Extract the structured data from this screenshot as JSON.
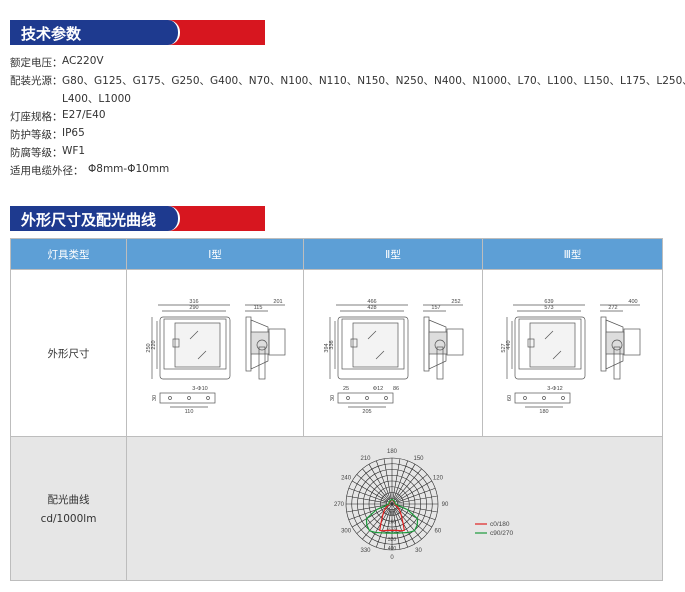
{
  "sections": {
    "tech": "技术参数",
    "shape": "外形尺寸及配光曲线"
  },
  "specs": [
    {
      "label": "额定电压：",
      "value": "AC220V"
    },
    {
      "label": "配装光源：",
      "value": "G80、G125、G175、G250、G400、N70、N100、N110、N150、N250、N400、N1000、L70、L100、L150、L175、L250、",
      "value2": "L400、L1000"
    },
    {
      "label": "灯座规格：",
      "value": "E27/E40"
    },
    {
      "label": "防护等级：",
      "value": "IP65"
    },
    {
      "label": "防腐等级：",
      "value": "WF1"
    },
    {
      "label": "适用电缆外径：",
      "value": "Φ8mm-Φ10mm"
    }
  ],
  "table": {
    "headers": [
      "灯具类型",
      "Ⅰ型",
      "Ⅱ型",
      "Ⅲ型"
    ],
    "row_dims_label": "外形尺寸",
    "row_curve_label": "配光曲线",
    "row_curve_unit": "cd/1000lm"
  },
  "drawings": [
    {
      "w_outer": "316",
      "w_inner": "290",
      "h_outer": "250",
      "h_inner": "220",
      "d_outer": "201",
      "d_inner": "115",
      "hole": "3-Φ10",
      "base_h": "30",
      "spacing": "110"
    },
    {
      "w_outer": "466",
      "w_inner": "428",
      "h_outer": "394",
      "h_inner": "336",
      "d_outer": "252",
      "d_inner": "157",
      "hole": "Φ12",
      "base_h": "30",
      "spacing": "205",
      "extra_left": "25",
      "extra_right": "86"
    },
    {
      "w_outer": "639",
      "w_inner": "573",
      "h_outer": "527",
      "h_inner": "440",
      "d_outer": "400",
      "d_inner": "272",
      "hole": "3-Φ12",
      "base_h": "60",
      "spacing": "180"
    }
  ],
  "chart_data": {
    "type": "polar",
    "unit": "cd/1000lm",
    "angle_labels": [
      "180",
      "150",
      "120",
      "90",
      "60",
      "30",
      "0",
      "330",
      "300",
      "270",
      "240",
      "210"
    ],
    "radial_labels": [
      "0",
      "80",
      "160",
      "240",
      "320",
      "400"
    ],
    "rmax": 420,
    "series": [
      {
        "name": "c0/180",
        "color": "#e02020",
        "gamma": [
          0,
          10,
          20,
          25,
          30,
          40,
          50,
          60,
          90,
          135,
          180
        ],
        "values": [
          240,
          245,
          260,
          265,
          200,
          130,
          90,
          60,
          25,
          30,
          45
        ]
      },
      {
        "name": "c90/270",
        "color": "#1a9a3a",
        "gamma": [
          0,
          10,
          20,
          30,
          40,
          50,
          60,
          70,
          90,
          135,
          180
        ],
        "values": [
          265,
          270,
          280,
          300,
          320,
          300,
          270,
          150,
          30,
          35,
          45
        ]
      }
    ]
  }
}
